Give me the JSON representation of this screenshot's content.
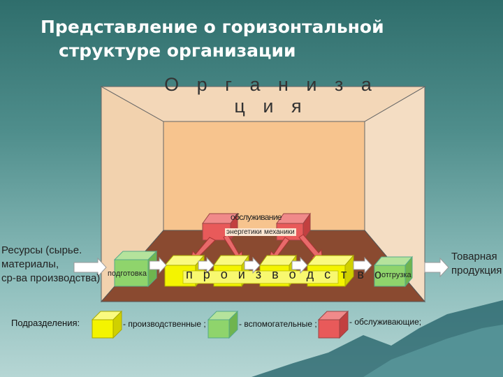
{
  "slide": {
    "title_line1": "Представление о горизонтальной",
    "title_line2": "структуре организации"
  },
  "diagram": {
    "organization_label": "О р г а н и з а ц и я",
    "inputs_label_lines": [
      "Ресурсы (сырье.",
      "материалы,",
      "ср-ва производства)"
    ],
    "outputs_label_lines": [
      "Товарная",
      "продукция"
    ],
    "service_label": "обслуживание",
    "service_units": [
      "энергетики",
      "механики"
    ],
    "preparation_label": "подготовка",
    "production_label": "п р о и з в о д с т в о",
    "shipping_label": "отгрузка"
  },
  "legend": {
    "title": "Подразделения:",
    "items": [
      {
        "label": "- производственные ;",
        "color": "#f4f400"
      },
      {
        "label": "- вспомогательные ;",
        "color": "#8fd46c"
      },
      {
        "label": "- обслуживающие;",
        "color": "#e85a5a"
      }
    ]
  },
  "colors": {
    "back_wall": "#f7c48e",
    "side_wall": "#f3d7b8",
    "floor": "#8a4a30",
    "production_box": "#f4f400",
    "auxiliary_box": "#8fd46c",
    "service_box": "#e85a5a",
    "title_text": "#ffffff"
  }
}
